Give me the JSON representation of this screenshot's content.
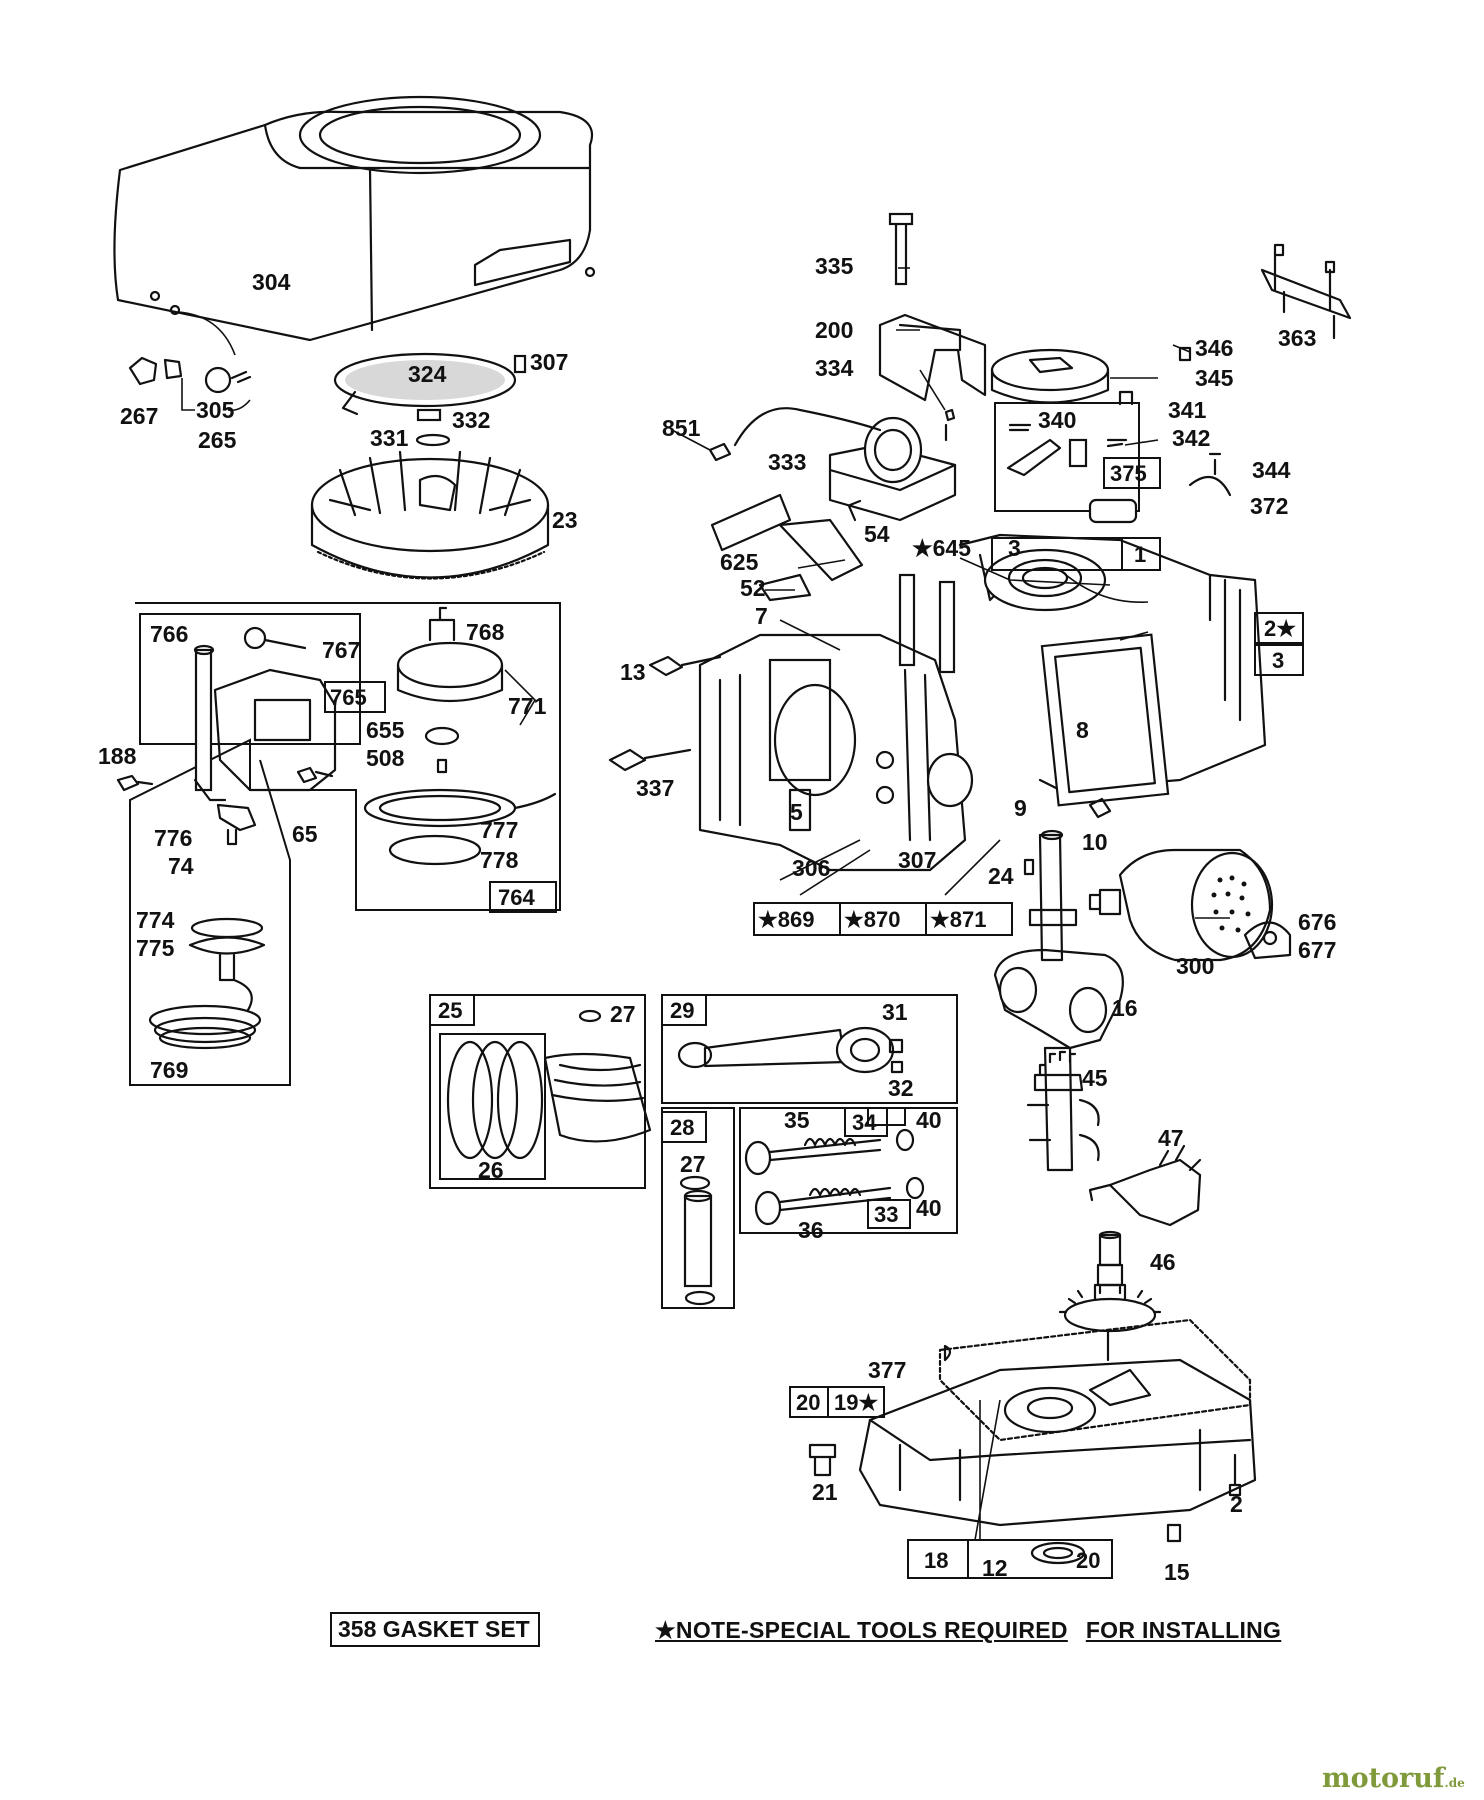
{
  "parts": {
    "p304": "304",
    "p267": "267",
    "p305": "305",
    "p265": "265",
    "p324": "324",
    "p307a": "307",
    "p332": "332",
    "p331": "331",
    "p23": "23",
    "p335": "335",
    "p200": "200",
    "p334": "334",
    "p851": "851",
    "p333": "333",
    "p346": "346",
    "p345": "345",
    "p363": "363",
    "p340": "340",
    "p341": "341",
    "p342": "342",
    "p344": "344",
    "p372": "372",
    "p54": "54",
    "p625": "625",
    "p52": "52",
    "p7": "7",
    "p645": "★645",
    "p3a": "3",
    "p13": "13",
    "p337": "337",
    "p8": "8",
    "p5": "5",
    "p306": "306",
    "p9": "9",
    "p10": "10",
    "p307b": "307",
    "p24": "24",
    "p676": "676",
    "p677": "677",
    "p300": "300",
    "p16": "16",
    "p45": "45",
    "p47": "47",
    "p46": "46",
    "p766": "766",
    "p767": "767",
    "p768": "768",
    "p771": "771",
    "p188": "188",
    "p655": "655",
    "p508": "508",
    "p65": "65",
    "p776": "776",
    "p74": "74",
    "p777": "777",
    "p778": "778",
    "p774": "774",
    "p775": "775",
    "p769": "769",
    "p27a": "27",
    "p26": "26",
    "p31": "31",
    "p32": "32",
    "p35": "35",
    "p36": "36",
    "p27b": "27",
    "p377": "377",
    "p21": "21",
    "p2": "2",
    "p15": "15",
    "p12": "12"
  },
  "boxes": {
    "b1": "1",
    "b2": "2★",
    "b3": "3",
    "b375": "375",
    "b765": "765",
    "b764": "764",
    "b869": "★869",
    "b870": "★870",
    "b871": "★871",
    "b25": "25",
    "b29": "29",
    "b28": "28",
    "b34": "34",
    "b40a": "40",
    "b33": "33",
    "b40b": "40",
    "b20": "20",
    "b19": "19★",
    "b18": "18",
    "b20b": "20"
  },
  "footer": {
    "gasket_set": "358 GASKET SET",
    "note_a": "★NOTE-SPECIAL TOOLS REQUIRED",
    "note_b": "FOR INSTALLING"
  },
  "watermark": {
    "brand": "motoruf",
    "tld": ".de",
    "color": "#7e9a3b"
  }
}
